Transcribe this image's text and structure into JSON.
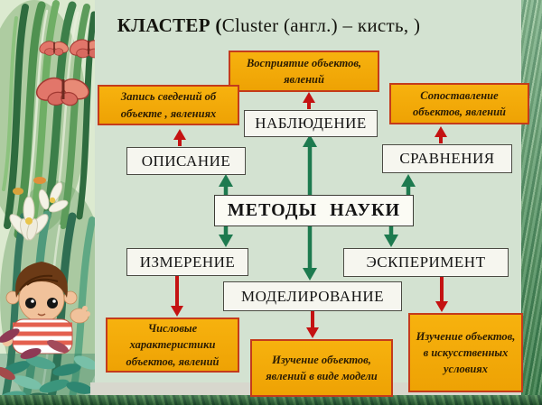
{
  "slide": {
    "title_bold": "КЛАСТЕР (",
    "title_rest": "Cluster (англ.) – кисть, )"
  },
  "center": {
    "label": "МЕТОДЫ НАУКИ"
  },
  "nodes": {
    "observation": "НАБЛЮДЕНИЕ",
    "description": "ОПИСАНИЕ",
    "comparison": "СРАВНЕНИЯ",
    "measurement": "ИЗМЕРЕНИЕ",
    "experiment": "ЭСКПЕРИМЕНТ",
    "modeling": "МОДЕЛИРОВАНИЕ"
  },
  "notes": {
    "perception": "Восприятие объектов, явлений",
    "recording": "Запись сведений об объекте , явлениях",
    "matching": "Сопоставление объектов, явлений",
    "numeric": "Числовые характеристики объектов, явлений",
    "model_study": "Изучение объектов, явлений в виде модели",
    "artificial_study": "Изучение объектов, в искусственных условиях"
  },
  "colors": {
    "background": "#D3E2D1",
    "note_bg": "#F2A70A",
    "note_border": "#C43B1B",
    "node_bg": "#F6F6EF",
    "node_border": "#4A4A42",
    "arrow_green": "#1D7A4F",
    "arrow_red": "#C41212"
  }
}
